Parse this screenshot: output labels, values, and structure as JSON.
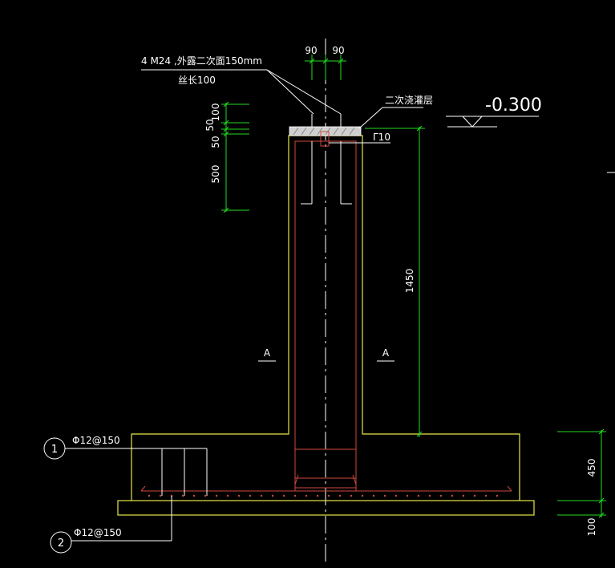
{
  "colors": {
    "background": "#000000",
    "concrete": "#e6e64a",
    "rebar": "#d04a3c",
    "dimension": "#22dd22",
    "annotation": "#ffffff",
    "grout": "#cfcfcf"
  },
  "labels": {
    "anchor_bolt_line1": "4 M24 ,外露二次面150mm",
    "anchor_bolt_line2": "丝长100",
    "grout_layer": "二次浇灌层",
    "elevation": "-0.300",
    "plate": "Γ10",
    "section_left": "A",
    "section_right": "A",
    "rebar_1_mark": "1",
    "rebar_1_spec": "Φ12@150",
    "rebar_2_mark": "2",
    "rebar_2_spec": "Φ12@150"
  },
  "dimensions": {
    "bolt_left": "90",
    "bolt_right": "90",
    "left_100": "100",
    "left_50a": "50",
    "left_50b": "50",
    "left_500": "500",
    "pedestal_height": "1450",
    "footing_height": "450",
    "cushion_height": "100"
  },
  "icons": {
    "elevation_marker": "elevation-triangle-icon",
    "leader_arrow": "leader-arrow-icon"
  }
}
